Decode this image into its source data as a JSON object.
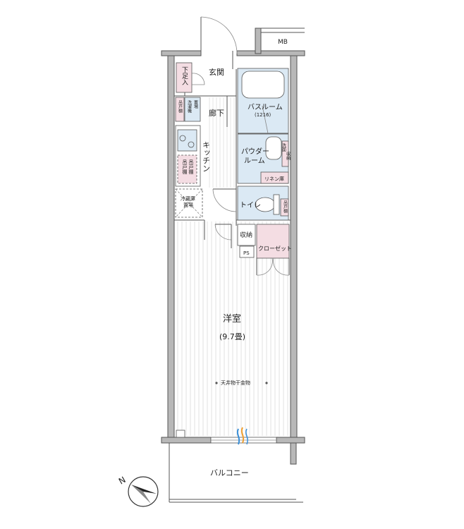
{
  "rooms": {
    "entrance": "玄関",
    "shoe_storage": "下足入",
    "corridor": "廊下",
    "kitchen": "キッチン",
    "bathroom": "バスルーム",
    "bathroom_size": "(1216)",
    "powder_room_line1": "パウダー",
    "powder_room_line2": "ルーム",
    "linen_cabinet": "リネン庫",
    "toilet": "トイレ",
    "storage": "収納",
    "pipe_space": "PS",
    "closet": "クローゼット",
    "western_room": "洋室",
    "western_room_size": "(9.7畳)",
    "ceiling_dryer": "天井物干金物",
    "balcony": "バルコニー",
    "meter_box": "MB",
    "refrigerator_line1": "冷蔵庫",
    "refrigerator_line2": "置場",
    "upper_cabinet_a": "吊戸棚",
    "washer_line1": "洗濯機",
    "washer_line2": "置場",
    "upper_cabinet_b": "吊戸棚",
    "upper_cabinet_c": "吊戸棚",
    "upper_cabinet_d": "吊戸棚",
    "towel_storage_line1": "洗面",
    "towel_storage_line2": "収納"
  },
  "compass": {
    "north": "N"
  },
  "colors": {
    "wet_area": "#dbe9f4",
    "cabinet": "#f4dde3",
    "wall": "#b8b8b8",
    "floor_line": "#d6d6d6",
    "water_blue": "#3a8fd8",
    "water_orange": "#f0a030"
  }
}
